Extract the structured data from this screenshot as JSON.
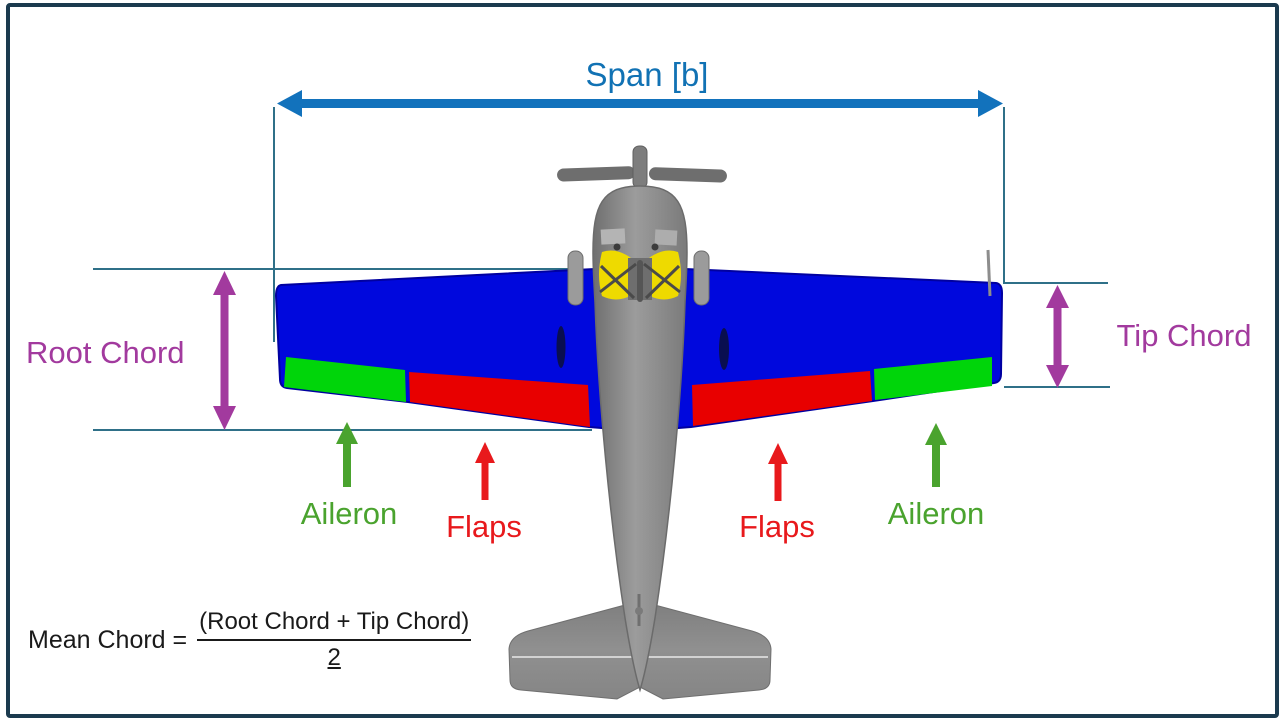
{
  "diagram": {
    "description": "Top view of a single-propeller aircraft with wing geometry annotations",
    "wing_regions": [
      "Aileron (outboard, green)",
      "Flaps (inboard, red)",
      "Main wing (blue)"
    ]
  },
  "labels": {
    "span": "Span [b]",
    "root_chord": "Root Chord",
    "tip_chord": "Tip Chord",
    "aileron_left": "Aileron",
    "flaps_left": "Flaps",
    "flaps_right": "Flaps",
    "aileron_right": "Aileron"
  },
  "formula": {
    "lhs": "Mean Chord =",
    "numerator": "(Root Chord + Tip Chord)",
    "denominator": "2"
  },
  "colors": {
    "frame_border": "#1b3a4e",
    "dim_blue": "#1272bc",
    "span_text_blue": "#1172b4",
    "guide_teal": "#2f7088",
    "chord_purple": "#a23a9e",
    "aileron_green": "#4aa32e",
    "flaps_red": "#e8191c",
    "wing_blue": "#0008dd",
    "surface_green": "#00d50a",
    "surface_red": "#e80000",
    "fuselage_gray": "#8e8e8e",
    "engine_yellow": "#eeda00",
    "formula_black": "#1a1a1a"
  }
}
